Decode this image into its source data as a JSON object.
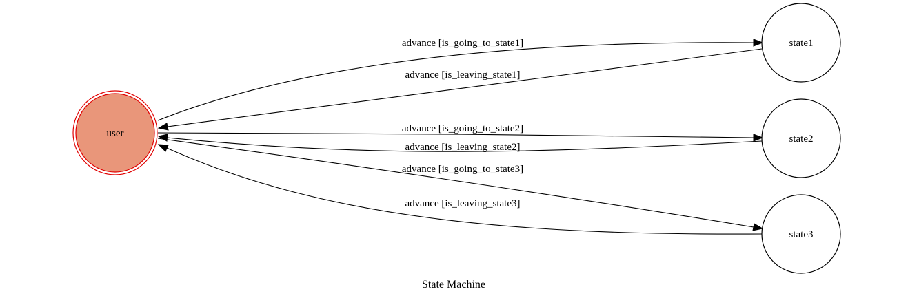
{
  "title": "State Machine",
  "colors": {
    "initial_fill": "#e9967a",
    "initial_stroke": "#e00000",
    "node_fill": "#ffffff",
    "node_stroke": "#000000",
    "edge": "#000000"
  },
  "nodes": [
    {
      "id": "user",
      "label": "user",
      "initial": true
    },
    {
      "id": "state1",
      "label": "state1",
      "initial": false
    },
    {
      "id": "state2",
      "label": "state2",
      "initial": false
    },
    {
      "id": "state3",
      "label": "state3",
      "initial": false
    }
  ],
  "edges": [
    {
      "id": "user-to-state1",
      "source": "user",
      "target": "state1",
      "label": "advance [is_going_to_state1]"
    },
    {
      "id": "state1-to-user",
      "source": "state1",
      "target": "user",
      "label": "advance [is_leaving_state1]"
    },
    {
      "id": "user-to-state2",
      "source": "user",
      "target": "state2",
      "label": "advance [is_going_to_state2]"
    },
    {
      "id": "state2-to-user",
      "source": "state2",
      "target": "user",
      "label": "advance [is_leaving_state2]"
    },
    {
      "id": "user-to-state3",
      "source": "user",
      "target": "state3",
      "label": "advance [is_going_to_state3]"
    },
    {
      "id": "state3-to-user",
      "source": "state3",
      "target": "user",
      "label": "advance [is_leaving_state3]"
    }
  ]
}
